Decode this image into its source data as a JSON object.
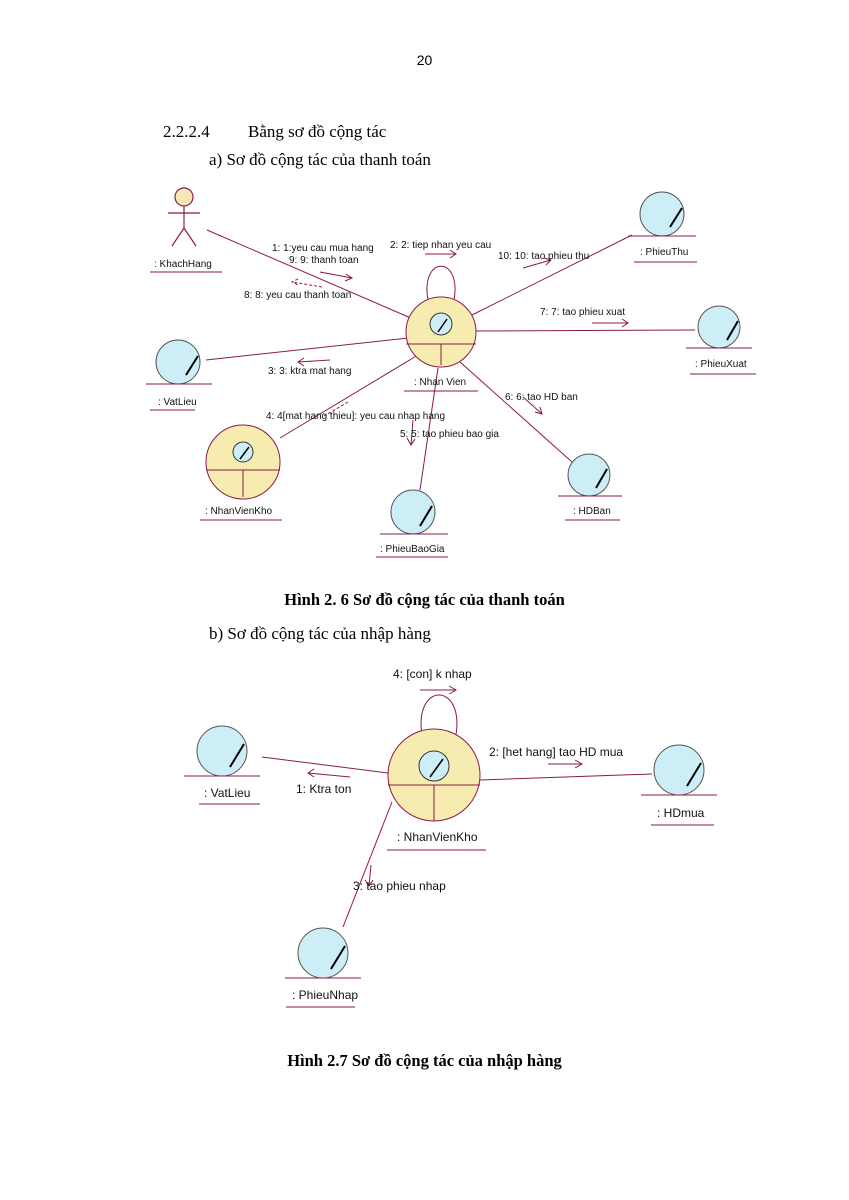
{
  "page_number": "20",
  "section": {
    "number": "2.2.2.4",
    "title": "Bằng sơ đồ cộng tác"
  },
  "diagram1": {
    "heading": "a)  Sơ đồ cộng tác của thanh toán",
    "caption": "Hình 2. 6 Sơ đồ cộng tác của thanh toán",
    "objects": {
      "khachhang": ": KhachHang",
      "nhanvien": ": Nhan Vien",
      "vatlieu": ": VatLieu",
      "nhanvienkho": ": NhanVienKho",
      "phieubaogia": ": PhieuBaoGia",
      "hdban": ": HDBan",
      "phieuxuat": ": PhieuXuat",
      "phieuthu": ": PhieuThu"
    },
    "messages": {
      "m1": "1: 1:yeu cau mua hang",
      "m9": "9: 9: thanh toan",
      "m8": "8: 8: yeu cau thanh toan",
      "m2": "2: 2: tiep nhan yeu cau",
      "m10": "10: 10: tao phieu thu",
      "m7": "7: 7: tao phieu xuat",
      "m3": "3: 3: ktra mat hang",
      "m4": "4: 4[mat hang thieu]: yeu cau nhap hang",
      "m5": "5: 5: tao phieu bao gia",
      "m6": "6: 6: tao HD ban"
    },
    "colors": {
      "line": "#8b1a4a",
      "entity_fill": "#cdeef6",
      "control_fill": "#f7ecb0"
    }
  },
  "diagram2": {
    "heading": "b)  Sơ đồ cộng tác của nhập hàng",
    "caption": "Hình 2.7 Sơ đồ cộng tác của nhập hàng",
    "objects": {
      "vatlieu": ": VatLieu",
      "nhanvienkho": ": NhanVienKho",
      "hdmua": ": HDmua",
      "phieunhap": ": PhieuNhap"
    },
    "messages": {
      "m4": "4: [con] k nhap",
      "m2": "2: [het hang] tao HD mua",
      "m1": "1: Ktra ton",
      "m3": "3: tao phieu nhap"
    }
  }
}
